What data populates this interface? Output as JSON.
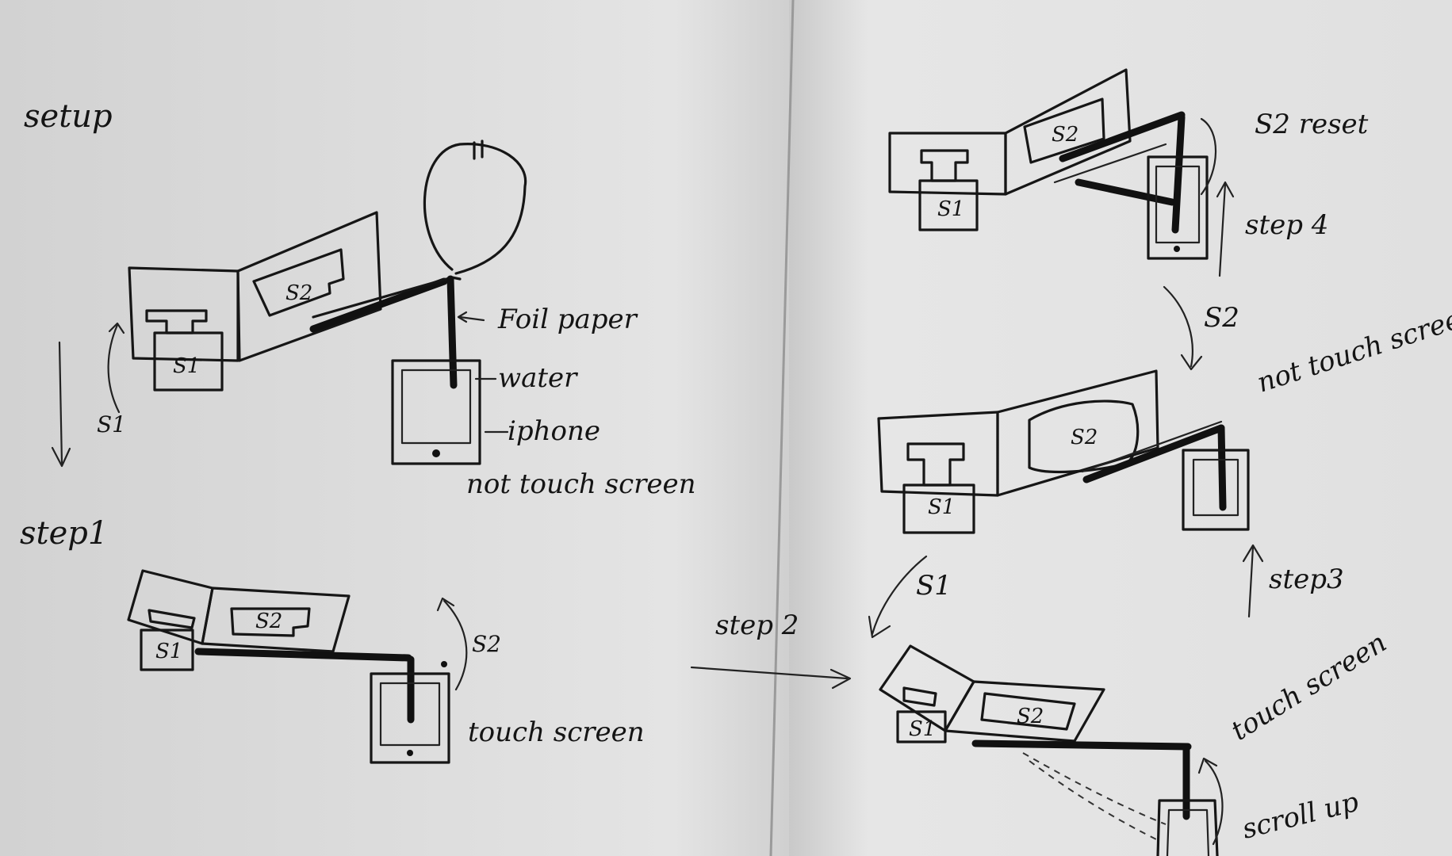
{
  "left_page": {
    "setup": {
      "heading": "setup",
      "s1_box": "S1",
      "s2_box": "S2",
      "s1_arrow": "S1",
      "label_foil": "Foil paper",
      "label_water": "water",
      "label_phone": "iphone",
      "caption": "not touch screen"
    },
    "step1": {
      "heading": "step1",
      "s1_box": "S1",
      "s2_box": "S2",
      "s2_arrow": "S2",
      "caption": "touch screen"
    }
  },
  "center": {
    "step2_label": "step 2"
  },
  "right_page": {
    "step4_panel": {
      "s1_box": "S1",
      "s2_box": "S2",
      "note": "S2 reset",
      "step_label": "step 4"
    },
    "transition_label": "S2",
    "step3_panel": {
      "s1_box": "S1",
      "s2_box": "S2",
      "caption": "not touch screen",
      "step_label": "step3"
    },
    "s1_arrow_label": "S1",
    "step2_panel": {
      "s1_box": "S1",
      "s2_box": "S2",
      "caption": "touch screen",
      "note": "scroll up"
    }
  }
}
